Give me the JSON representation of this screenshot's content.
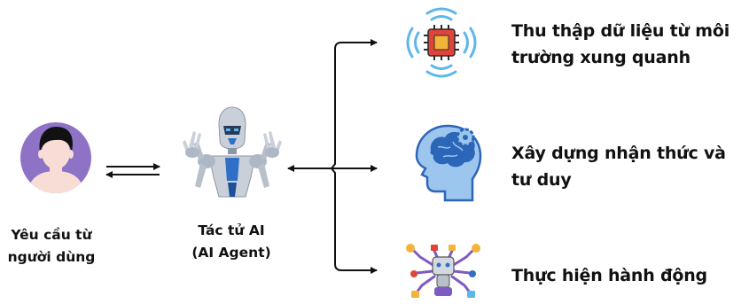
{
  "user": {
    "label_line1": "Yêu cầu từ",
    "label_line2": "người dùng",
    "icon": "user-avatar-icon"
  },
  "agent": {
    "label_line1": "Tác tử AI",
    "label_line2": "(AI Agent)",
    "icon": "robot-icon"
  },
  "tasks": [
    {
      "line1": "Thu thập dữ liệu từ môi",
      "line2": "trường xung quanh",
      "icon": "sensor-chip-icon"
    },
    {
      "line1": "Xây dựng nhận thức và",
      "line2": "tư duy",
      "icon": "brain-head-icon"
    },
    {
      "line1": "Thực hiện hành động",
      "line2": "",
      "icon": "multi-arm-robot-icon"
    }
  ],
  "colors": {
    "avatar_bg": "#8E72C6",
    "skin": "#F8DDD6",
    "hair": "#111111",
    "robot_metal": "#C9D0DA",
    "robot_blue": "#2F6FC7",
    "brain_blue": "#2C66B8",
    "head_blue": "#9DC6EE",
    "wave_blue": "#5EB7EA",
    "chip_red": "#E0433A",
    "chip_gold": "#F3B43A",
    "arrow": "#111111"
  }
}
